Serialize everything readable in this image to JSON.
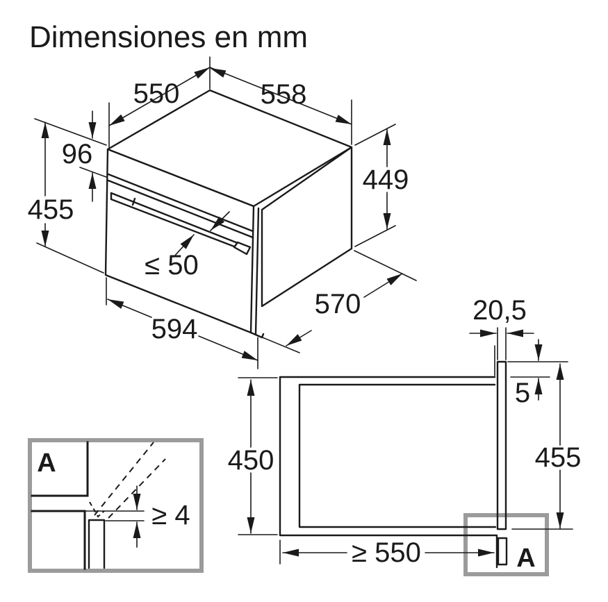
{
  "title": "Dimensiones en mm",
  "colors": {
    "line": "#1a1a1a",
    "callout_gray": "#9b9b9b",
    "background": "#ffffff"
  },
  "oven_view": {
    "dim_top_depth": "550",
    "dim_top_width": "558",
    "dim_panel_height": "96",
    "dim_front_height": "455",
    "dim_handle_clearance": "≤ 50",
    "dim_front_width": "594",
    "dim_side_depth": "570",
    "dim_back_height": "449"
  },
  "niche_view": {
    "dim_frame_overhang": "20,5",
    "dim_top_gap": "5",
    "dim_height_left": "450",
    "dim_height_right": "455",
    "dim_depth": "≥ 550",
    "callout_label": "A"
  },
  "detail_view": {
    "label": "A",
    "dim_clearance": "≥ 4"
  }
}
